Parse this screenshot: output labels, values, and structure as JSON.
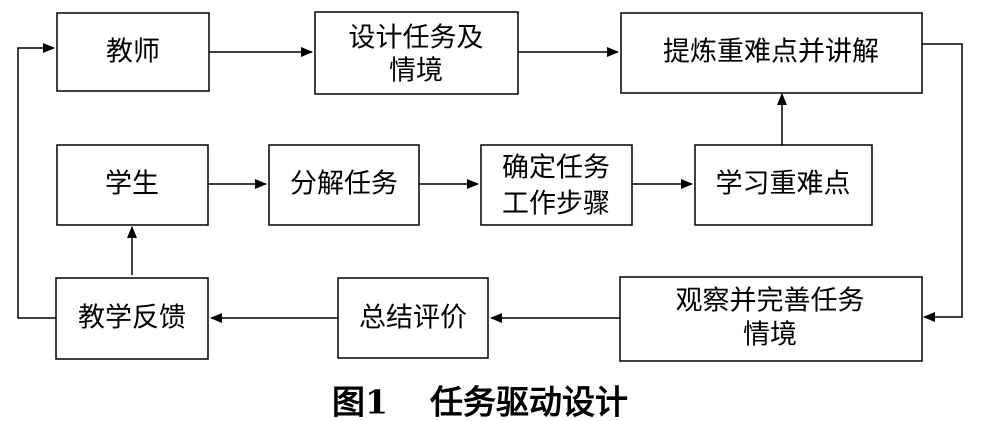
{
  "nodes": {
    "teacher": {
      "label": "教师"
    },
    "design_task": {
      "lines": [
        "设计任务及",
        "情境"
      ]
    },
    "extract_points": {
      "label": "提炼重难点并讲解"
    },
    "student": {
      "label": "学生"
    },
    "decompose_task": {
      "label": "分解任务"
    },
    "determine_steps": {
      "lines": [
        "确定任务",
        "工作步骤"
      ]
    },
    "learn_points": {
      "label": "学习重难点"
    },
    "feedback": {
      "label": "教学反馈"
    },
    "summary": {
      "label": "总结评价"
    },
    "observe": {
      "lines": [
        "观察并完善任务",
        "情境"
      ]
    }
  },
  "caption": {
    "number": "图1",
    "title": "任务驱动设计"
  }
}
